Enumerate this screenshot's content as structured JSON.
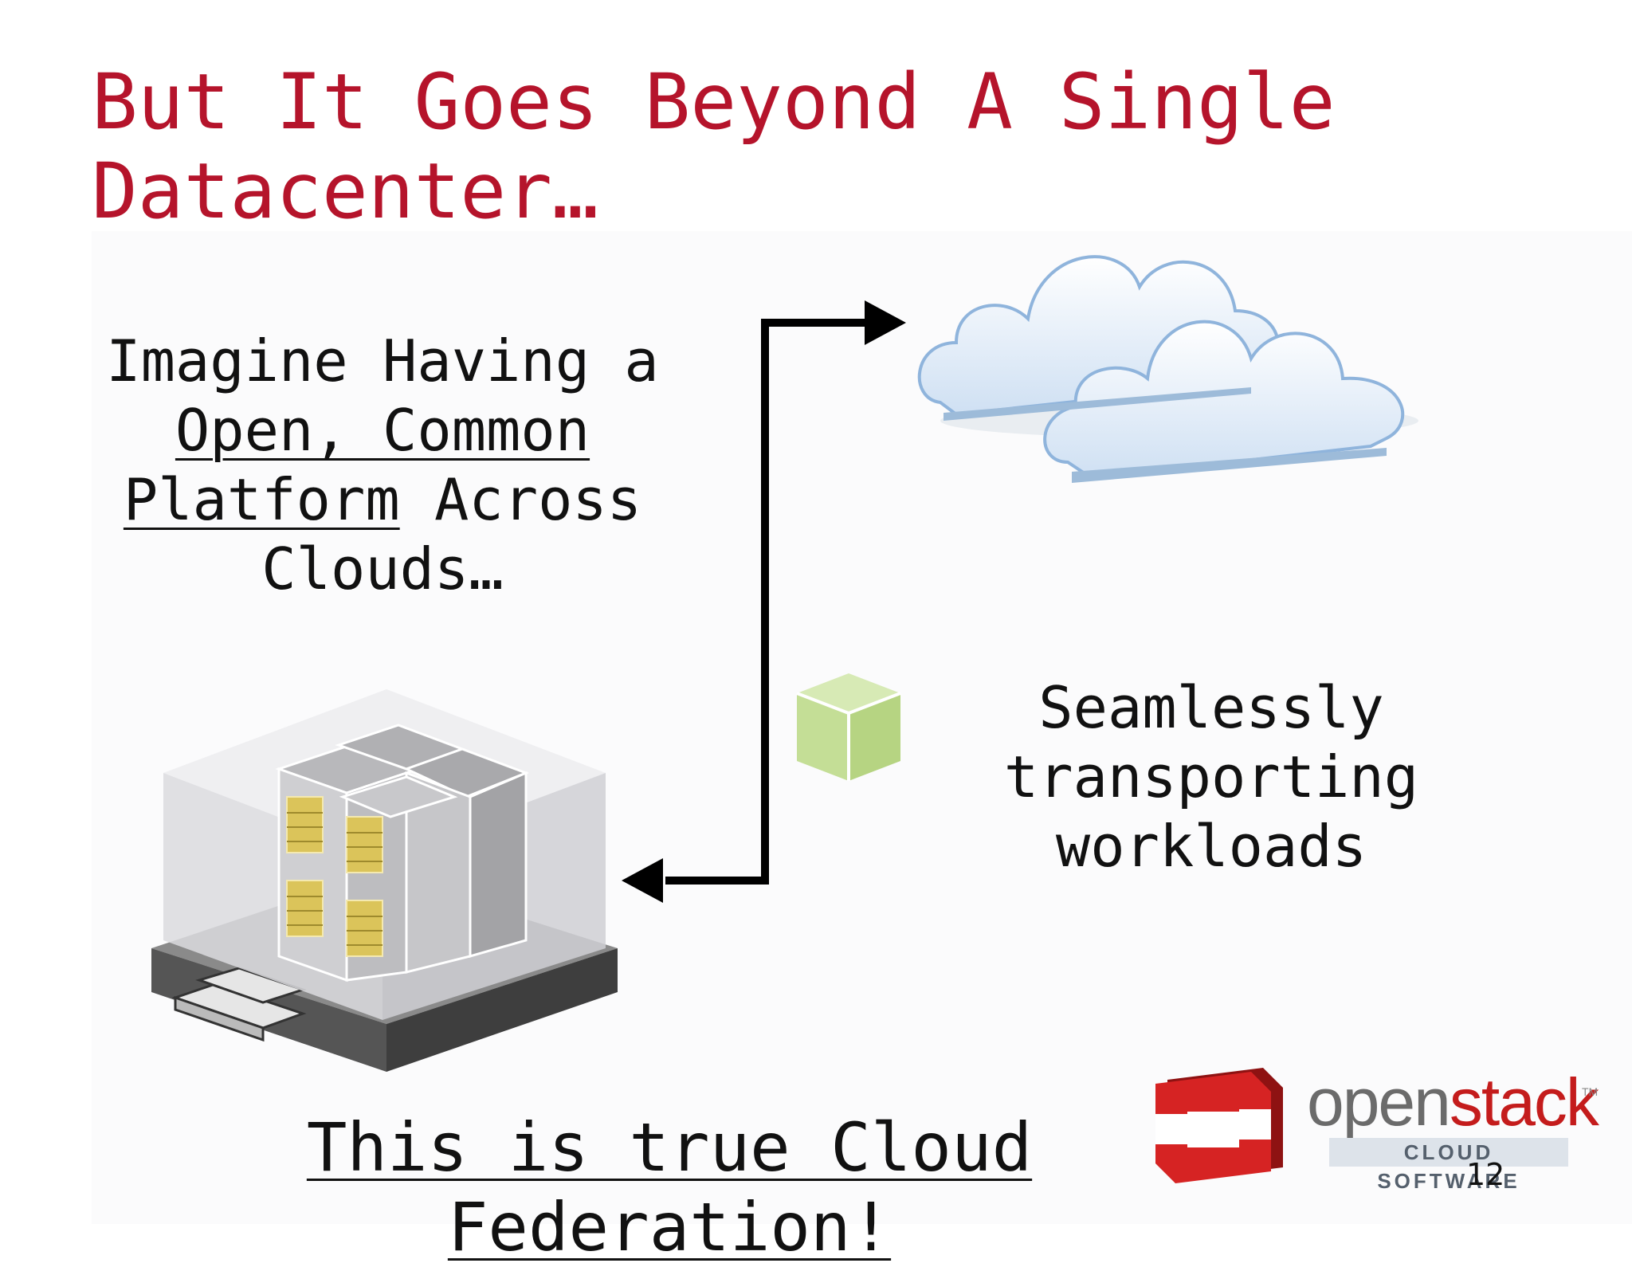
{
  "slide": {
    "title_line1": "But It Goes Beyond A Single",
    "title_line2": "Datacenter…",
    "left": {
      "line1": "Imagine Having a",
      "underlined1": "Open, Common",
      "underlined2": "Platform",
      "rest2": " Across",
      "line4": "Clouds…"
    },
    "right": {
      "line1": "Seamlessly",
      "line2": "transporting",
      "line3": "workloads"
    },
    "bottom": {
      "line1": "This is true Cloud",
      "line2": "Federation!"
    },
    "page_number": "12"
  },
  "logo": {
    "word_part1": "open",
    "word_part2": "stack",
    "tm": "TM",
    "subtitle": "CLOUD SOFTWARE"
  },
  "colors": {
    "title": "#b5142b",
    "text": "#111111",
    "workload_box": "#c4de96",
    "cloud": "#dbe8f7",
    "logo_red": "#c41c1c"
  },
  "icons": [
    "clouds-icon",
    "datacenter-icon",
    "workload-cube-icon",
    "arrow-connector"
  ]
}
